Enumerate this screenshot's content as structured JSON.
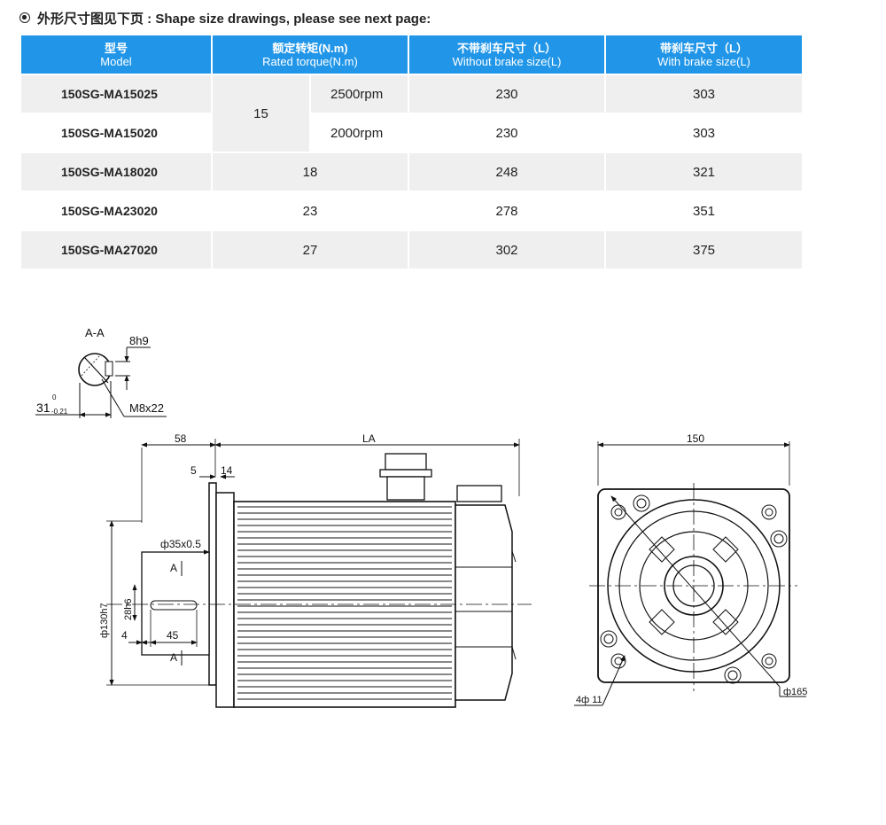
{
  "heading": "外形尺寸图见下页 : Shape size drawings, please see next page:",
  "table": {
    "headers": [
      {
        "zh": "型号",
        "en": "Model"
      },
      {
        "zh": "额定转矩(N.m)",
        "en": "Rated torque(N.m)"
      },
      {
        "zh": "不带刹车尺寸（L）",
        "en": "Without brake size(L)"
      },
      {
        "zh": "带刹车尺寸（L）",
        "en": "With brake size(L)"
      }
    ],
    "rows": [
      {
        "model": "150SG-MA15025",
        "torque": "15",
        "rpm": "2500rpm",
        "without_brake": "230",
        "with_brake": "303"
      },
      {
        "model": "150SG-MA15020",
        "torque": "15",
        "rpm": "2000rpm",
        "without_brake": "230",
        "with_brake": "303"
      },
      {
        "model": "150SG-MA18020",
        "torque": "18",
        "without_brake": "248",
        "with_brake": "321"
      },
      {
        "model": "150SG-MA23020",
        "torque": "23",
        "without_brake": "278",
        "with_brake": "351"
      },
      {
        "model": "150SG-MA27020",
        "torque": "27",
        "without_brake": "302",
        "with_brake": "375"
      }
    ]
  },
  "drawing": {
    "section_label": "A-A",
    "key_width": "8h9",
    "shaft_depth": "31",
    "shaft_tol_upper": "0",
    "shaft_tol_lower": "-0.21",
    "thread": "M8x22",
    "dim_58": "58",
    "dim_la": "LA",
    "dim_5": "5",
    "dim_14": "14",
    "dim_shaft_dia": "ф35x0.5",
    "dim_pilot": "ф130h7",
    "dim_key_h": "28h6",
    "dim_4": "4",
    "dim_45": "45",
    "section_mark": "A",
    "dim_150": "150",
    "dim_holes": "4ф 11",
    "dim_pcd": "ф165"
  }
}
